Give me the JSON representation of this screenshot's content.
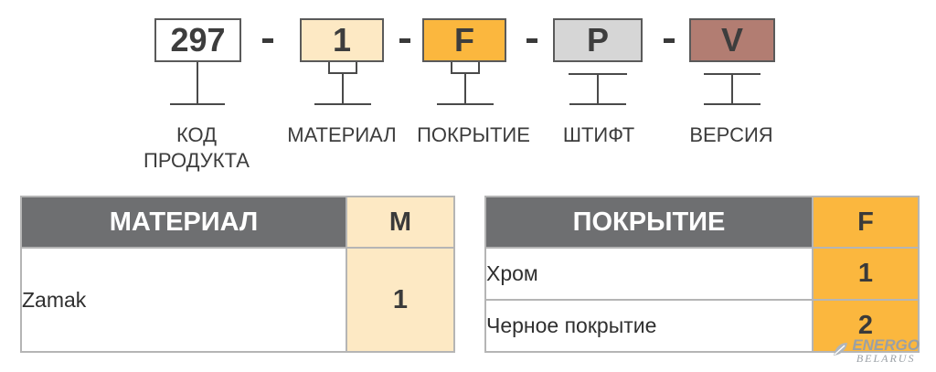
{
  "code": {
    "segments": [
      {
        "value": "297",
        "label": "КОД ПРОДУКТА",
        "color": "#ffffff"
      },
      {
        "value": "1",
        "label": "МАТЕРИАЛ",
        "color": "#fde9c4"
      },
      {
        "value": "F",
        "label": "ПОКРЫТИЕ",
        "color": "#fbb73e"
      },
      {
        "value": "P",
        "label": "ШТИФТ",
        "color": "#d6d6d6"
      },
      {
        "value": "V",
        "label": "ВЕРСИЯ",
        "color": "#b27d72"
      }
    ],
    "separator": "-"
  },
  "material_table": {
    "header": "МАТЕРИАЛ",
    "code_header": "M",
    "code_color": "#fde9c4",
    "rows": [
      {
        "name": "Zamak",
        "code": "1"
      }
    ]
  },
  "coating_table": {
    "header": "ПОКРЫТИЕ",
    "code_header": "F",
    "code_color": "#fbb73e",
    "rows": [
      {
        "name": "Хром",
        "code": "1"
      },
      {
        "name": "Черное покрытие",
        "code": "2"
      }
    ]
  },
  "watermark": {
    "line1": "ENERGO",
    "line2": "BELARUS"
  }
}
